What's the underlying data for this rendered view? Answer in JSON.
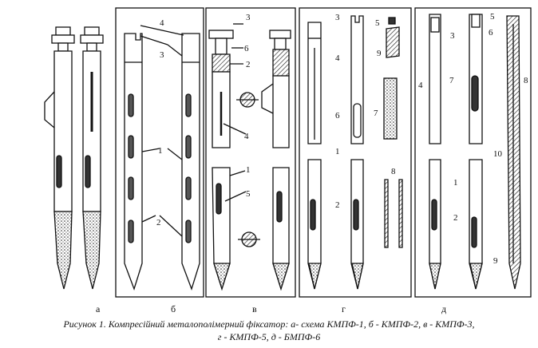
{
  "figure": {
    "panel_letters": [
      "а",
      "б",
      "в",
      "г",
      "д"
    ],
    "part_numbers": [
      "1",
      "2",
      "3",
      "4",
      "5",
      "6",
      "7",
      "8",
      "9",
      "10"
    ]
  },
  "caption": {
    "line1": "Рисунок 1. Компресійний металополімерний фіксатор:  а-  схема КМПФ-1,  б - КМПФ-2, в - КМПФ-3,",
    "line2": "г -  КМПФ-5, д -  БМПФ-6"
  }
}
